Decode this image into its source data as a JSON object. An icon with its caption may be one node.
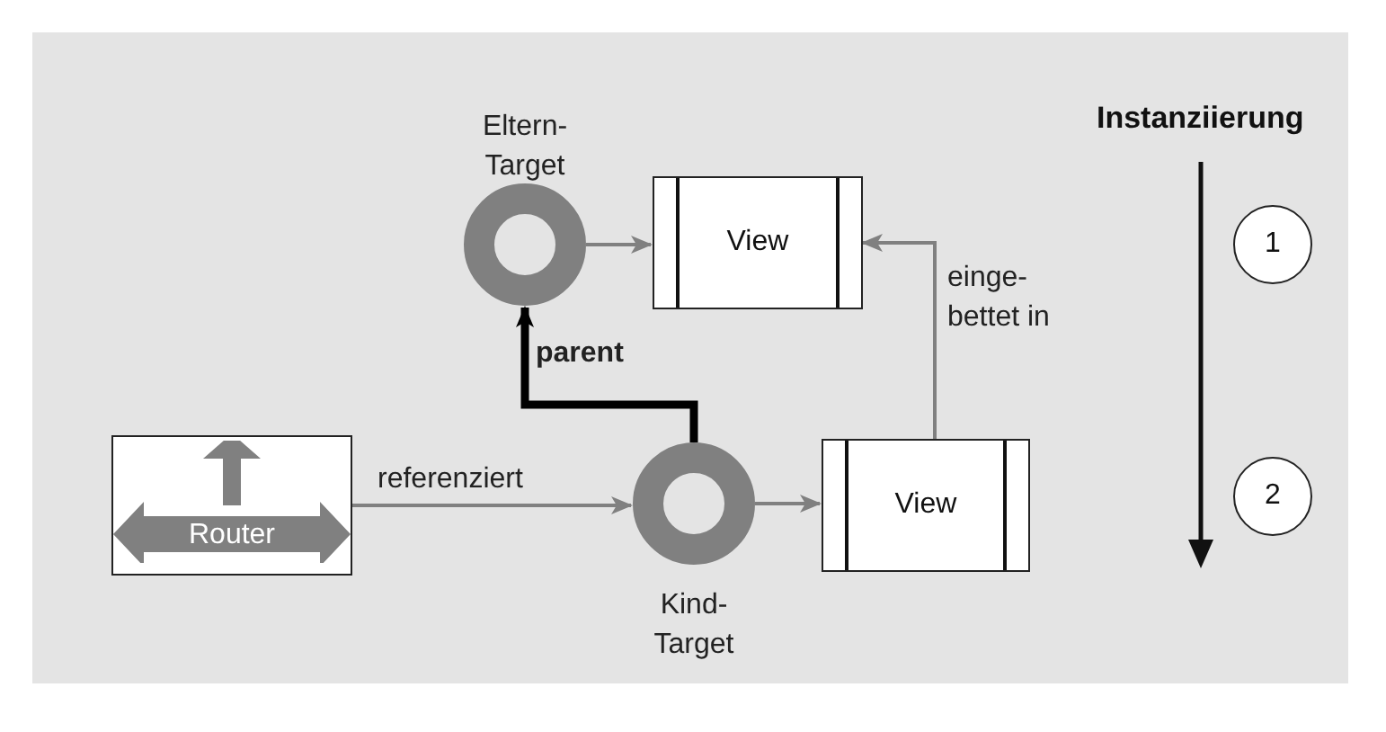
{
  "diagram": {
    "nodes": [
      {
        "text": [
          "Router"
        ]
      },
      {
        "text": [],
        "shape": "circle",
        "beside": [
          "Kind- Target"
        ]
      },
      {
        "text": [],
        "shape": "circle",
        "beside": [
          "Eltern- Target"
        ]
      },
      {
        "text": [
          "View"
        ]
      },
      {
        "text": [
          "View"
        ]
      },
      {
        "text": [
          "1"
        ]
      },
      {
        "text": [
          "2"
        ]
      }
    ],
    "edges": [
      {
        "from": 0,
        "to": 1,
        "arrow": "to",
        "label": "referenziert"
      },
      {
        "from": 1,
        "to": 4,
        "arrow": "to"
      },
      {
        "from": 1,
        "to": 2,
        "arrow": "to",
        "label": "parent",
        "style": "thick",
        "color": "#000000"
      },
      {
        "from": 2,
        "to": 3,
        "arrow": "to"
      },
      {
        "from": 4,
        "to": 3,
        "arrow": "to",
        "label": "einge- bettet in"
      }
    ],
    "labels": [
      "Instanziierung"
    ]
  }
}
